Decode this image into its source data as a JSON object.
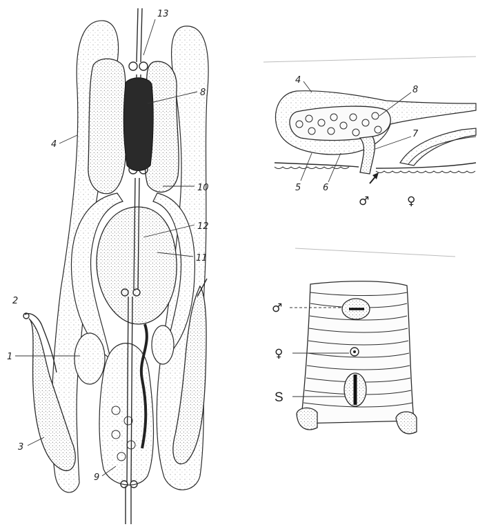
{
  "left_panel": {
    "labels": {
      "n1": "1",
      "n2": "2",
      "n3": "3",
      "n4": "4",
      "n8": "8",
      "n9": "9",
      "n10": "10",
      "n11": "11",
      "n12": "12",
      "n13": "13"
    }
  },
  "top_right_panel": {
    "labels": {
      "n4": "4",
      "n5": "5",
      "n6": "6",
      "n7": "7",
      "n8": "8"
    },
    "male_symbol": "♂",
    "female_symbol": "♀"
  },
  "bottom_right_panel": {
    "male_symbol": "♂",
    "female_symbol": "♀",
    "s_label": "S"
  }
}
